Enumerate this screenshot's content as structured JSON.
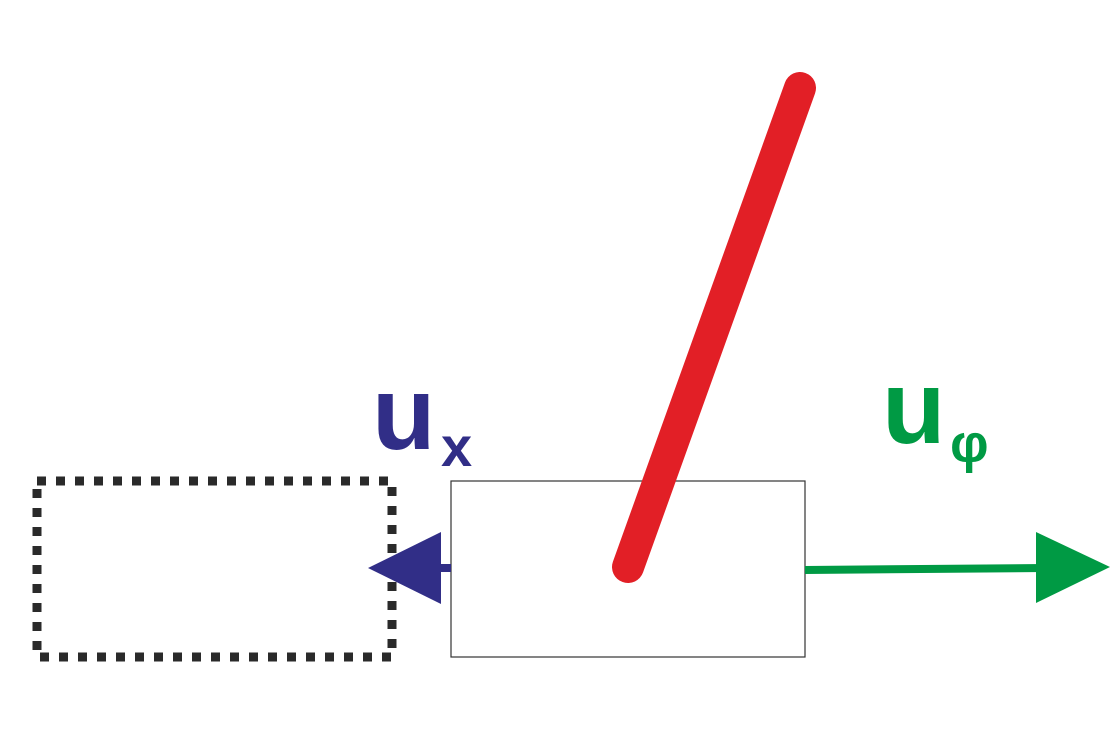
{
  "diagram": {
    "labels": {
      "ux_main": "u",
      "ux_sub": "x",
      "uphi_main": "u",
      "uphi_sub": "φ"
    },
    "colors": {
      "pendulum": "#e21f26",
      "ux_arrow": "#312e87",
      "uphi_arrow": "#009a44",
      "cart_outline": "#333333",
      "ghost_cart": "#2a2a2a"
    }
  }
}
